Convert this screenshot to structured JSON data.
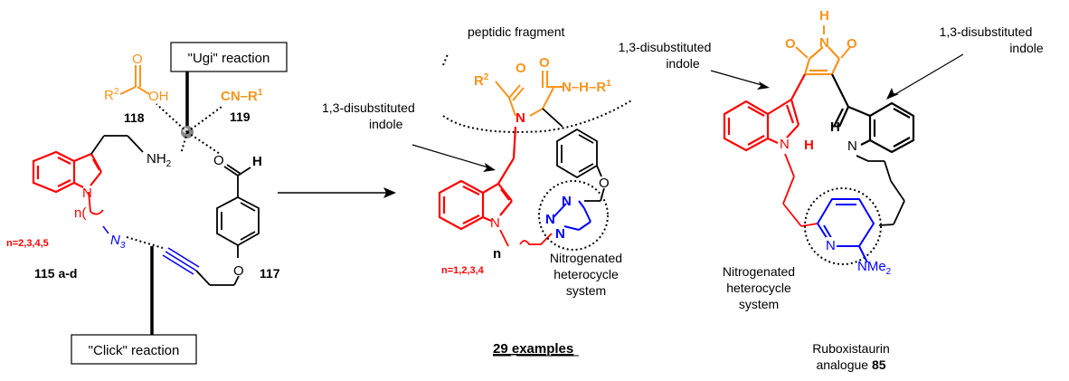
{
  "colors": {
    "red": "#ff0000",
    "orange": "#f7941d",
    "blue": "#0000ff",
    "black": "#000000"
  },
  "left_scheme": {
    "ugi_box": "\"Ugi\" reaction",
    "click_box": "\"Click\" reaction",
    "acid_r": "R",
    "acid_r_sup": "2",
    "acid_o": "O",
    "acid_oh": "OH",
    "acid_num": "118",
    "isonitrile": "CN–R",
    "isonitrile_sup": "1",
    "isonitrile_num": "119",
    "amine": "NH",
    "amine_sub": "2",
    "indole_n": "N",
    "n_label": "n(",
    "azide": "N",
    "azide_sub": "3",
    "n_values": "n=2,3,4,5",
    "indole_num": "115 a-d",
    "aldehyde_o": "O",
    "aldehyde_h": "H",
    "ether_o": "O",
    "aldehyde_num": "117"
  },
  "middle_scheme": {
    "peptidic_label": "peptidic fragment",
    "indole_label": [
      "1,3-disubstituted",
      "indole"
    ],
    "r2": "R",
    "r2_sup": "2",
    "o1": "O",
    "o2": "O",
    "amide_n": "N",
    "nh": "N–H",
    "nh_r": "R",
    "nh_r_sup": "1",
    "ether_o": "O",
    "indole_n": "N",
    "triazole_n1": "N",
    "triazole_n2": "N",
    "triazole_n3": "N",
    "n_label": "n",
    "n_values": "n=1,2,3,4",
    "nitro_label": [
      "Nitrogenated",
      "heterocycle",
      "system"
    ],
    "examples_num": "29",
    "examples_word": "examples"
  },
  "right_scheme": {
    "label_left": [
      "1,3-disubstituted",
      "indole"
    ],
    "label_right": [
      "1,3-disubstituted",
      "indole"
    ],
    "maleimide_h": "H",
    "maleimide_n": "N",
    "maleimide_o1": "O",
    "maleimide_o2": "O",
    "h_left": "H",
    "h_right": "H",
    "indole_n_left": "N",
    "indole_n_right": "N",
    "pyridine_n": "N",
    "nme2": "NMe",
    "nme2_sub": "2",
    "nitro_label": [
      "Nitrogenated",
      "heterocycle",
      "system"
    ],
    "name_line1": "Ruboxistaurin",
    "name_line2": "analogue",
    "name_num": "85"
  }
}
